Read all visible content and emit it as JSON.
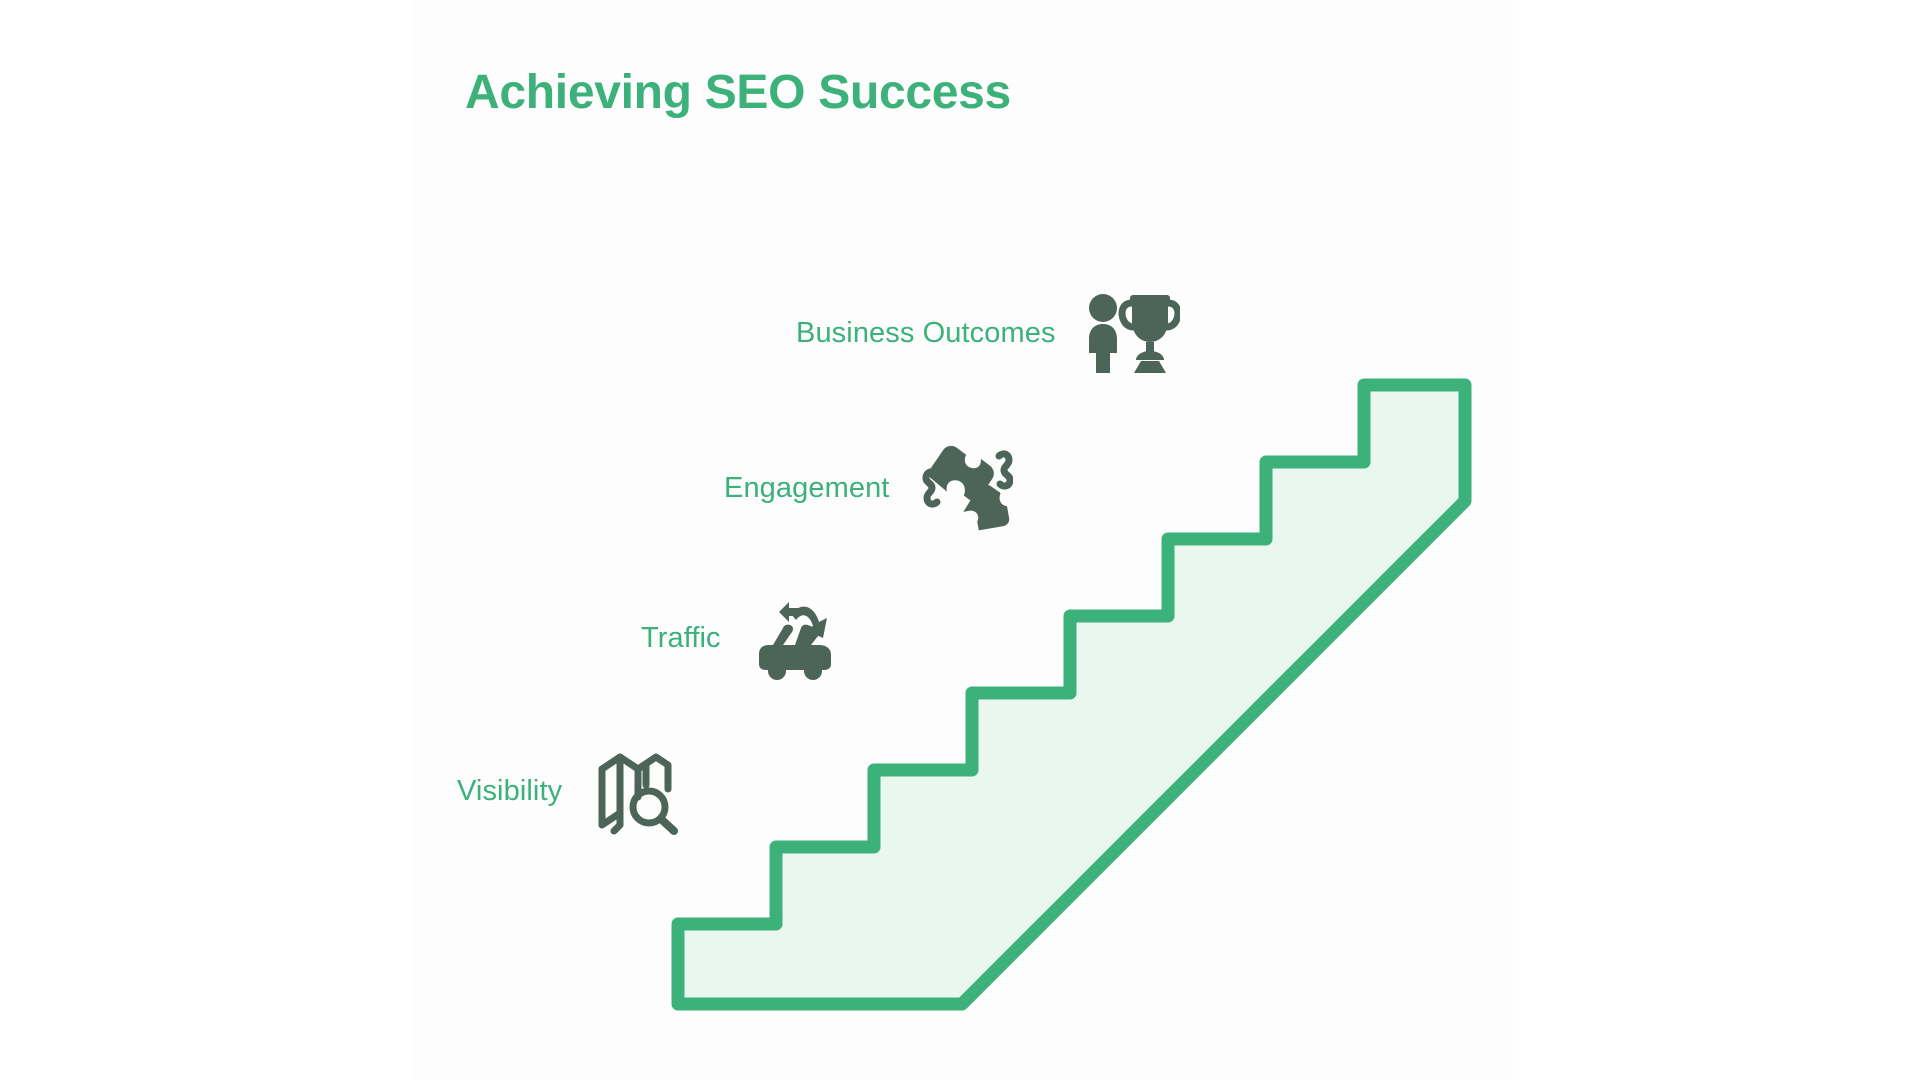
{
  "slide": {
    "title": "Achieving SEO Success",
    "background_color": "#ffffff",
    "canvas_color": "#fdfdfd"
  },
  "theme": {
    "accent_green": "#3cb179",
    "step_stroke": "#3cb179",
    "step_fill": "#e9f7ef",
    "icon_color": "#4d6459",
    "title_color": "#3cb179",
    "label_color": "#3cb179"
  },
  "staircase": {
    "step_count": 8,
    "direction": "ascending-left-to-right",
    "style": "outlined-rounded",
    "labeled_steps": 4
  },
  "steps": [
    {
      "label": "Visibility",
      "icon": "map-search-icon",
      "order": 1
    },
    {
      "label": "Traffic",
      "icon": "car-traffic-arrows-icon",
      "order": 2
    },
    {
      "label": "Engagement",
      "icon": "puzzle-pieces-icon",
      "order": 3
    },
    {
      "label": "Business Outcomes",
      "icon": "person-trophy-icon",
      "order": 4
    }
  ]
}
